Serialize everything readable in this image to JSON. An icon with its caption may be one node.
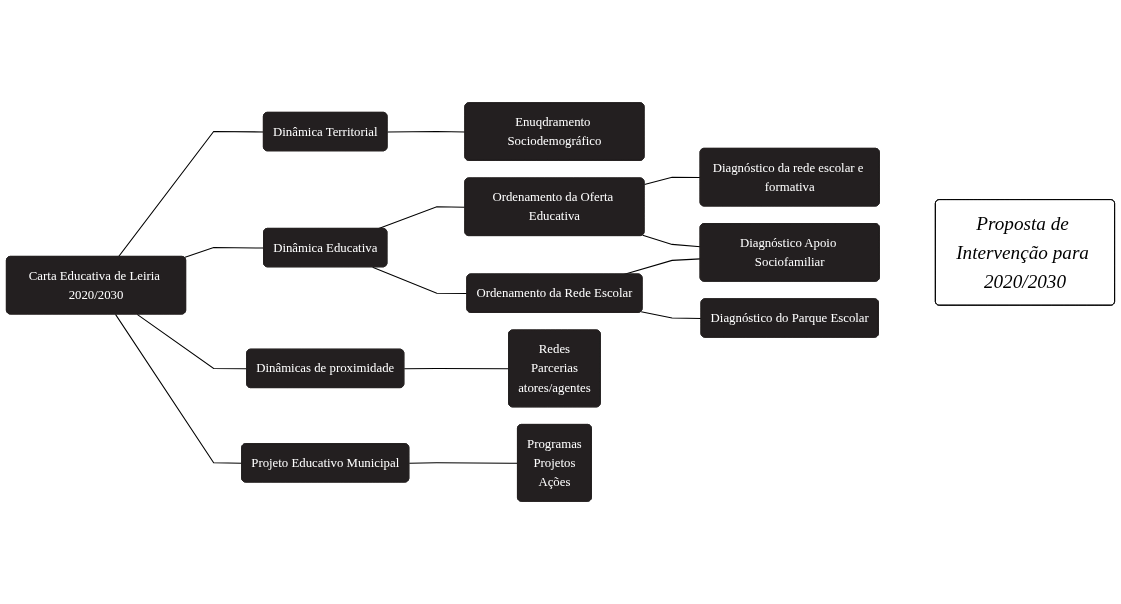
{
  "diagram": {
    "nodes": [
      {
        "text": [
          "Carta Educativa de Leiria 2020/2030"
        ]
      },
      {
        "text": [
          "Dinâmica Territorial"
        ]
      },
      {
        "text": [
          "Enuqdramento Sociodemográfico"
        ]
      },
      {
        "text": [
          "Dinâmica Educativa"
        ]
      },
      {
        "text": [
          "Ordenamento da Oferta Educativa"
        ]
      },
      {
        "text": [
          "Diagnóstico da rede escolar e formativa"
        ]
      },
      {
        "text": [
          "Diagnóstico Apoio Sociofamiliar"
        ]
      },
      {
        "text": [
          "Ordenamento da Rede Escolar"
        ]
      },
      {
        "text": [
          "Diagnóstico do Parque Escolar"
        ]
      },
      {
        "text": [
          "Dinâmicas de proximidade"
        ]
      },
      {
        "text": [
          "Redes",
          "Parcerias",
          "atores/agentes"
        ]
      },
      {
        "text": [
          "Projeto Educativo Municipal"
        ]
      },
      {
        "text": [
          "Programas",
          "Projetos",
          "Ações"
        ]
      },
      {
        "text": [
          "Proposta de Intervenção para 2020/2030"
        ]
      }
    ],
    "edges": [
      {
        "from": 0,
        "to": 1,
        "arrow": "none"
      },
      {
        "from": 0,
        "to": 3,
        "arrow": "none"
      },
      {
        "from": 0,
        "to": 9,
        "arrow": "none"
      },
      {
        "from": 0,
        "to": 11,
        "arrow": "none"
      },
      {
        "from": 1,
        "to": 2,
        "arrow": "none"
      },
      {
        "from": 3,
        "to": 4,
        "arrow": "none"
      },
      {
        "from": 3,
        "to": 7,
        "arrow": "none"
      },
      {
        "from": 4,
        "to": 5,
        "arrow": "none"
      },
      {
        "from": 4,
        "to": 6,
        "arrow": "none"
      },
      {
        "from": 7,
        "to": 6,
        "arrow": "none"
      },
      {
        "from": 7,
        "to": 8,
        "arrow": "none"
      },
      {
        "from": 9,
        "to": 10,
        "arrow": "none"
      },
      {
        "from": 11,
        "to": 12,
        "arrow": "none"
      }
    ]
  }
}
